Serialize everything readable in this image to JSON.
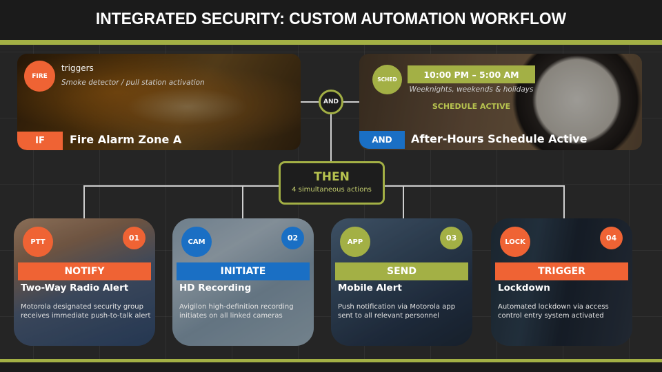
{
  "header": {
    "title": "INTEGRATED SECURITY: CUSTOM AUTOMATION WORKFLOW"
  },
  "colors": {
    "accent_green": "#a3b045",
    "orange": "#ef6334",
    "blue": "#1a6fc4",
    "background": "#252525"
  },
  "triggers": {
    "fire": {
      "badge_icon": "FIRE",
      "subtitle": "triggers",
      "description": "Smoke detector / pull station activation",
      "condition_tag": "IF",
      "title": "Fire Alarm Zone A"
    },
    "schedule": {
      "badge_icon": "SCHED",
      "time_range": "10:00 PM – 5:00 AM",
      "description": "Weeknights, weekends & holidays",
      "status": "SCHEDULE ACTIVE",
      "condition_tag": "AND",
      "title": "After-Hours Schedule Active"
    }
  },
  "and_node": {
    "label": "AND"
  },
  "then_node": {
    "title": "THEN",
    "subtitle": "4 simultaneous actions"
  },
  "actions": [
    {
      "badge_icon": "PTT",
      "number": "01",
      "verb": "NOTIFY",
      "title": "Two-Way Radio Alert",
      "description": "Motorola designated security group receives immediate push-to-talk alert",
      "color": "orange"
    },
    {
      "badge_icon": "CAM",
      "number": "02",
      "verb": "INITIATE",
      "title": "HD Recording",
      "description": "Avigilon high-definition recording initiates on all linked cameras",
      "color": "blue"
    },
    {
      "badge_icon": "APP",
      "number": "03",
      "verb": "SEND",
      "title": "Mobile Alert",
      "description": "Push notification via Motorola app sent to all relevant personnel",
      "color": "green"
    },
    {
      "badge_icon": "LOCK",
      "number": "04",
      "verb": "TRIGGER",
      "title": "Lockdown",
      "description": "Automated lockdown via access control entry system activated",
      "color": "orange"
    }
  ]
}
